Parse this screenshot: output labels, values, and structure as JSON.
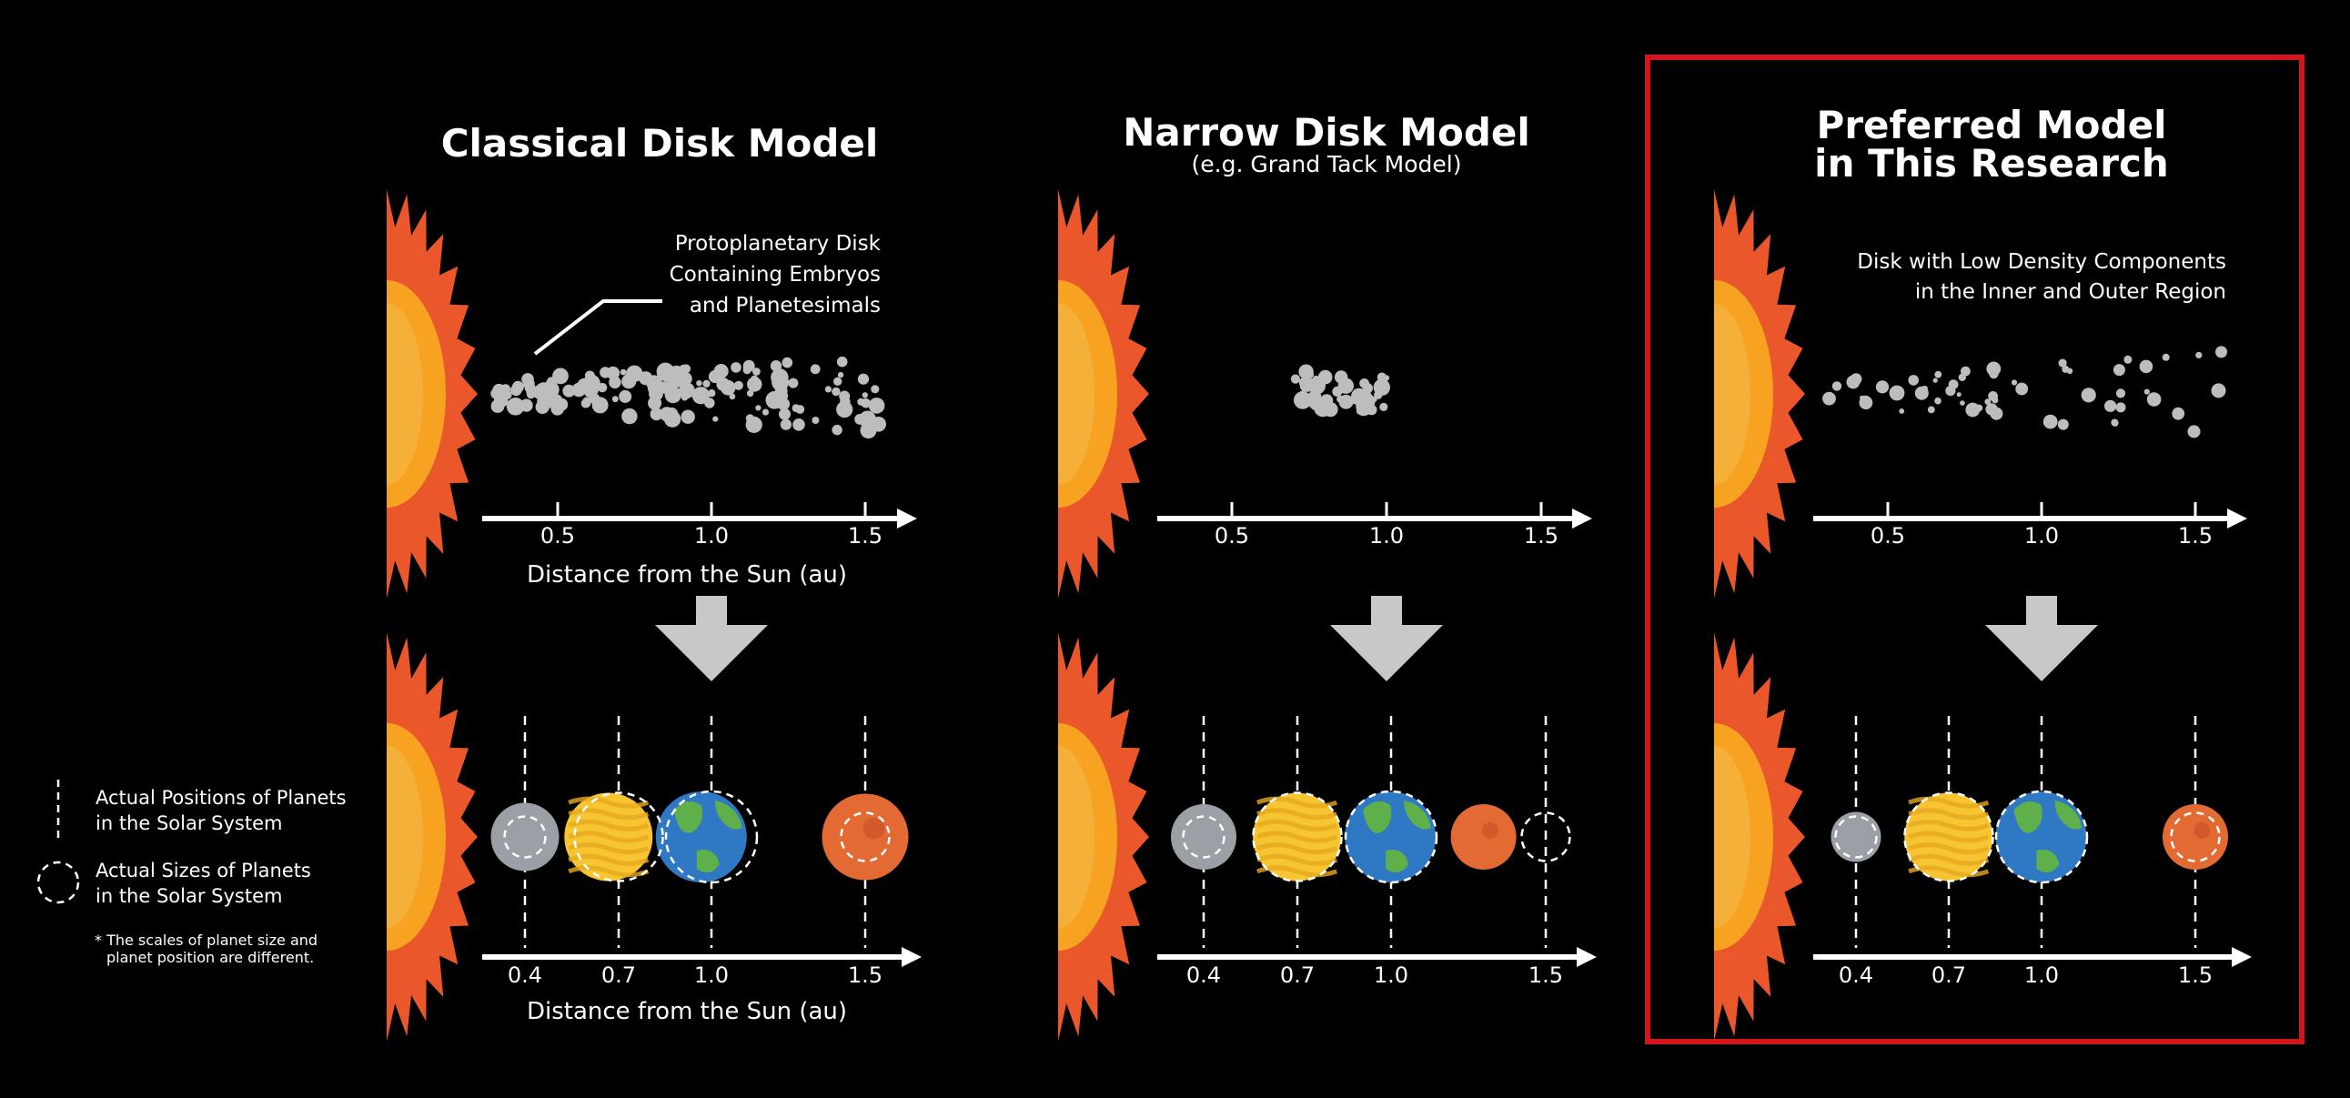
{
  "colors": {
    "background": "#000000",
    "frame": "#d2161c",
    "sun_rays": "#e9572a",
    "sun_core": "#f7a321",
    "particle": "#bdbdbd",
    "arrow_gray": "#c8c8c8",
    "mercury": "#9aa0a5",
    "venus": "#f6c531",
    "earth_ocean": "#2f78c4",
    "earth_land": "#5fb04a",
    "mars": "#e46a33"
  },
  "icons": [
    "sun-icon",
    "down-arrow-icon",
    "mercury-icon",
    "venus-icon",
    "earth-icon",
    "mars-icon"
  ],
  "panels": [
    {
      "title": "Classical Disk Model",
      "subtitle": "",
      "disk_label": [
        "Protoplanetary Disk",
        "Containing Embryos",
        "and Planetesimals"
      ],
      "top_ticks": [
        "0.5",
        "1.0",
        "1.5"
      ],
      "top_axis_label": "Distance from the Sun (au)",
      "bottom_ticks": [
        "0.4",
        "0.7",
        "1.0",
        "1.5"
      ],
      "bottom_axis_label": "Distance from the Sun (au)",
      "disk_inner_au": 0.3,
      "disk_outer_au": 1.55,
      "disk_density": "uniform-high",
      "planets": [
        {
          "name": "mercury",
          "au": 0.4,
          "relative_size": 0.75
        },
        {
          "name": "venus",
          "au": 0.67,
          "relative_size": 0.97
        },
        {
          "name": "earth",
          "au": 0.97,
          "relative_size": 1.0
        },
        {
          "name": "mars",
          "au": 1.5,
          "relative_size": 0.95
        }
      ]
    },
    {
      "title": "Narrow Disk Model",
      "subtitle": "(e.g. Grand Tack Model)",
      "disk_label": [],
      "top_ticks": [
        "0.5",
        "1.0",
        "1.5"
      ],
      "top_axis_label": "",
      "bottom_ticks": [
        "0.4",
        "0.7",
        "1.0",
        "1.5"
      ],
      "bottom_axis_label": "",
      "disk_inner_au": 0.7,
      "disk_outer_au": 1.0,
      "disk_density": "narrow",
      "planets": [
        {
          "name": "mercury",
          "au": 0.4,
          "relative_size": 0.72
        },
        {
          "name": "venus",
          "au": 0.7,
          "relative_size": 0.97
        },
        {
          "name": "earth",
          "au": 1.0,
          "relative_size": 1.0
        },
        {
          "name": "mars",
          "au": 1.3,
          "relative_size": 0.72
        }
      ]
    },
    {
      "title": "Preferred Model\nin This Research",
      "subtitle": "",
      "disk_label": [
        "Disk with Low Density Components",
        "in the Inner and Outer Region"
      ],
      "top_ticks": [
        "0.5",
        "1.0",
        "1.5"
      ],
      "top_axis_label": "",
      "bottom_ticks": [
        "0.4",
        "0.7",
        "1.0",
        "1.5"
      ],
      "bottom_axis_label": "",
      "disk_inner_au": 0.3,
      "disk_outer_au": 1.6,
      "disk_density": "peaked",
      "planets": [
        {
          "name": "mercury",
          "au": 0.4,
          "relative_size": 0.55
        },
        {
          "name": "venus",
          "au": 0.7,
          "relative_size": 0.97
        },
        {
          "name": "earth",
          "au": 1.0,
          "relative_size": 1.0
        },
        {
          "name": "mars",
          "au": 1.5,
          "relative_size": 0.72
        }
      ]
    }
  ],
  "legend": {
    "positions_label": [
      "Actual Positions of Planets",
      "in the Solar System"
    ],
    "sizes_label": [
      "Actual Sizes of Planets",
      "in the Solar System"
    ],
    "note": [
      "* The scales of planet size and",
      "planet position are different."
    ]
  }
}
